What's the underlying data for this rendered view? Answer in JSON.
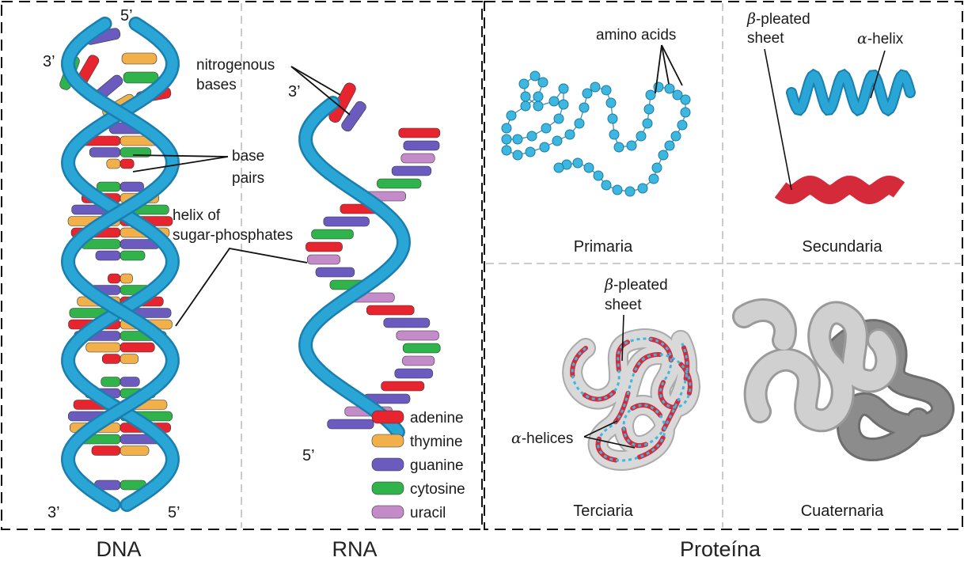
{
  "dna": {
    "top_end": "5’",
    "left_end": "3’",
    "bottom_left": "3’",
    "bottom_right": "5’",
    "base_pairs_label": [
      "base",
      "pairs"
    ],
    "helix_label": [
      "helix of",
      "sugar-phosphates"
    ],
    "nitrogenous_label": [
      "nitrogenous",
      "bases"
    ],
    "caption": "DNA"
  },
  "rna": {
    "top_end": "3’",
    "bottom_end": "5’",
    "caption": "RNA"
  },
  "legend": [
    {
      "name": "adenine",
      "color": "#e8252f"
    },
    {
      "name": "thymine",
      "color": "#f2b04a"
    },
    {
      "name": "guanine",
      "color": "#6b5bbf"
    },
    {
      "name": "cytosine",
      "color": "#2fb34a"
    },
    {
      "name": "uracil",
      "color": "#c38bc7"
    }
  ],
  "protein": {
    "caption": "Proteína",
    "primary": {
      "title": "Primaria",
      "label": "amino acids"
    },
    "secondary": {
      "title": "Secundaria",
      "beta": "β",
      "beta_rest": "-pleated",
      "beta_line2": "sheet",
      "alpha": "α",
      "alpha_rest": "-helix"
    },
    "tertiary": {
      "title": "Terciaria",
      "beta": "β",
      "beta_rest": "-pleated",
      "beta_line2": "sheet",
      "alpha": "α",
      "alpha_rest": "-helices"
    },
    "quaternary": {
      "title": "Cuaternaria"
    }
  },
  "colors": {
    "helix": "#2aa6d6",
    "helix_dark": "#1a7fae",
    "bead": "#3cb8e0",
    "beta_red": "#d42a3a"
  }
}
